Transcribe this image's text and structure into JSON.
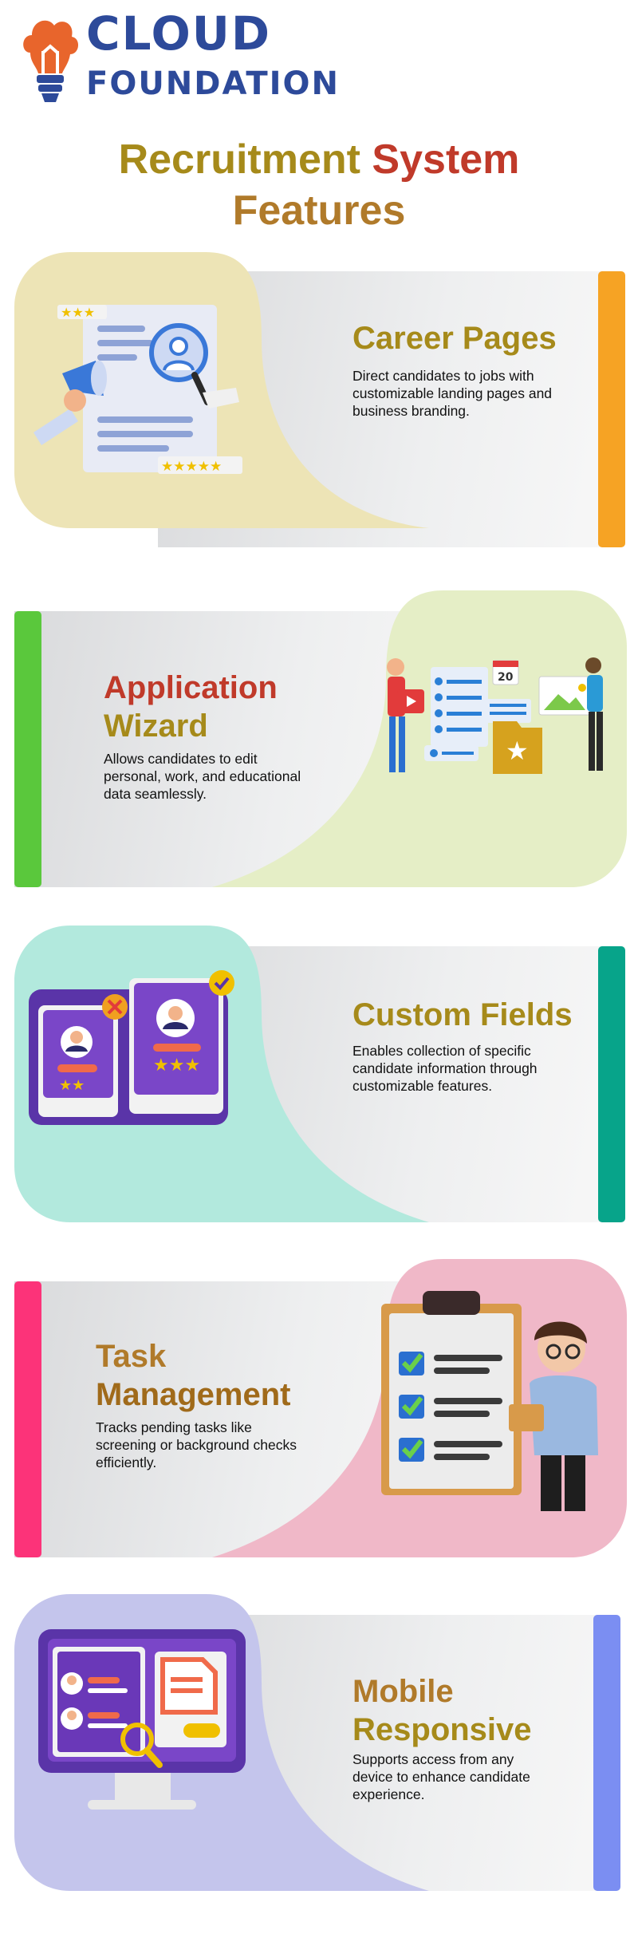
{
  "logo": {
    "line1": "CLOUD",
    "line2": "FOUNDATION",
    "icon": "lightbulb-cloud-icon",
    "colors": {
      "text": "#2d4a9a",
      "bulb": "#e8652c"
    }
  },
  "title": {
    "line1_word1": "Recruitment",
    "line1_word2": "System",
    "line2": "Features"
  },
  "features": [
    {
      "title": "Career Pages",
      "description": "Direct candidates to jobs with customizable landing pages and business branding.",
      "accent": "#f6a324",
      "blob": "#ede4b6",
      "icon": "career-pages-illustration"
    },
    {
      "title_line1": "Application",
      "title_line2": "Wizard",
      "description": "Allows candidates to edit personal, work, and educational data seamlessly.",
      "accent": "#5ac83c",
      "blob": "#e5eec6",
      "icon": "application-wizard-illustration",
      "calendar_day": "20"
    },
    {
      "title": "Custom Fields",
      "description": "Enables collection of specific candidate information through customizable features.",
      "accent": "#07a48a",
      "blob": "#b2e9dd",
      "icon": "custom-fields-illustration"
    },
    {
      "title_line1": "Task",
      "title_line2": "Management",
      "description": "Tracks pending tasks like screening or background checks efficiently.",
      "accent": "#fc3379",
      "blob": "#f0b8c8",
      "icon": "task-management-illustration"
    },
    {
      "title_line1": "Mobile",
      "title_line2": "Responsive",
      "description": "Supports access from any device to enhance candidate experience.",
      "accent": "#7b8ef2",
      "blob": "#c4c5ec",
      "icon": "mobile-responsive-illustration"
    }
  ]
}
